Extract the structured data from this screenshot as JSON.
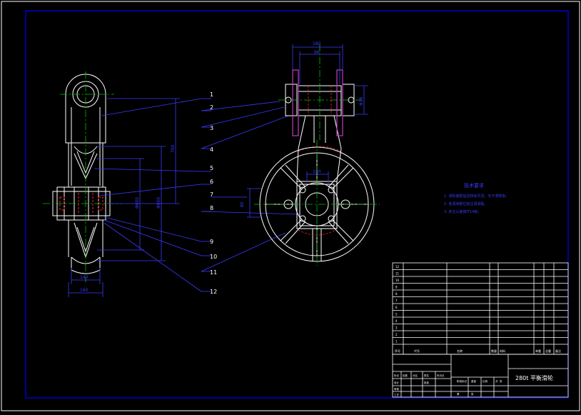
{
  "colors": {
    "background": "#000000",
    "frame": "#ffffff",
    "border": "#0000ff",
    "outline": "#ffffff",
    "dimension": "#3a3aff",
    "centerline": "#00c000",
    "hidden": "#ff2020",
    "accent": "#c040c0",
    "text_white": "#ffffff"
  },
  "balloons": [
    "1",
    "2",
    "3",
    "4",
    "5",
    "6",
    "7",
    "8",
    "9",
    "10",
    "11",
    "12"
  ],
  "dims_side": {
    "height_upper": "700",
    "height_lower": "Φ600",
    "height_total": "Φ800",
    "width_inner": "140",
    "width_outer": "160"
  },
  "dims_front": {
    "top_outer": "180",
    "top_inner": "96",
    "right_vertical": "Φ38",
    "left_small": "80",
    "hub_top": "100"
  },
  "notes": {
    "title": "技术要求",
    "lines": [
      "1. 滑轮装配后应转动灵活，无卡滞现象。",
      "2. 各润滑部位加注润滑脂。",
      "3. 未注公差按IT14级。"
    ]
  },
  "title_block": {
    "drawing_title": "280t 平衡滑轮",
    "header_labels": [
      "序号",
      "代号",
      "名称",
      "数量",
      "材料",
      "单重",
      "总重",
      "备注"
    ],
    "small_labels": [
      "标记",
      "处数",
      "分区",
      "签名",
      "年月日",
      "设计",
      "审核",
      "工艺",
      "批准",
      "阶段标记",
      "重量",
      "比例",
      "共",
      "张",
      "第",
      "张"
    ],
    "part_rows": [
      "12",
      "11",
      "10",
      "9",
      "8",
      "7",
      "6",
      "5",
      "4",
      "3",
      "2",
      "1"
    ]
  }
}
